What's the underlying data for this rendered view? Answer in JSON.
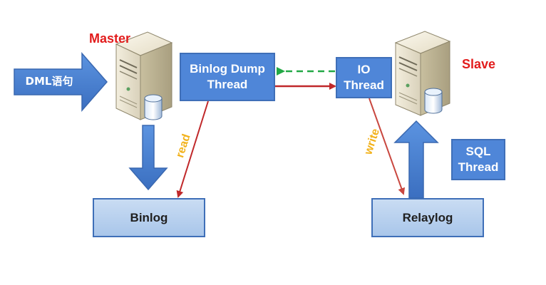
{
  "master_label": "Master",
  "slave_label": "Slave",
  "dml_label": "DML语句",
  "binlog_dump_thread": "Binlog Dump\nThread",
  "io_thread": "IO\nThread",
  "sql_thread": "SQL\nThread",
  "binlog": "Binlog",
  "relaylog": "Relaylog",
  "read_label": "read",
  "write_label": "write",
  "colors": {
    "thread_blue": "#4f86d8",
    "arrow_red": "#c0282a",
    "arrow_green": "#22a845",
    "label_red": "#e21c1c",
    "label_yellow": "#f2b21c"
  },
  "icons": {
    "master_server": "server-database-icon",
    "slave_server": "server-database-icon"
  }
}
